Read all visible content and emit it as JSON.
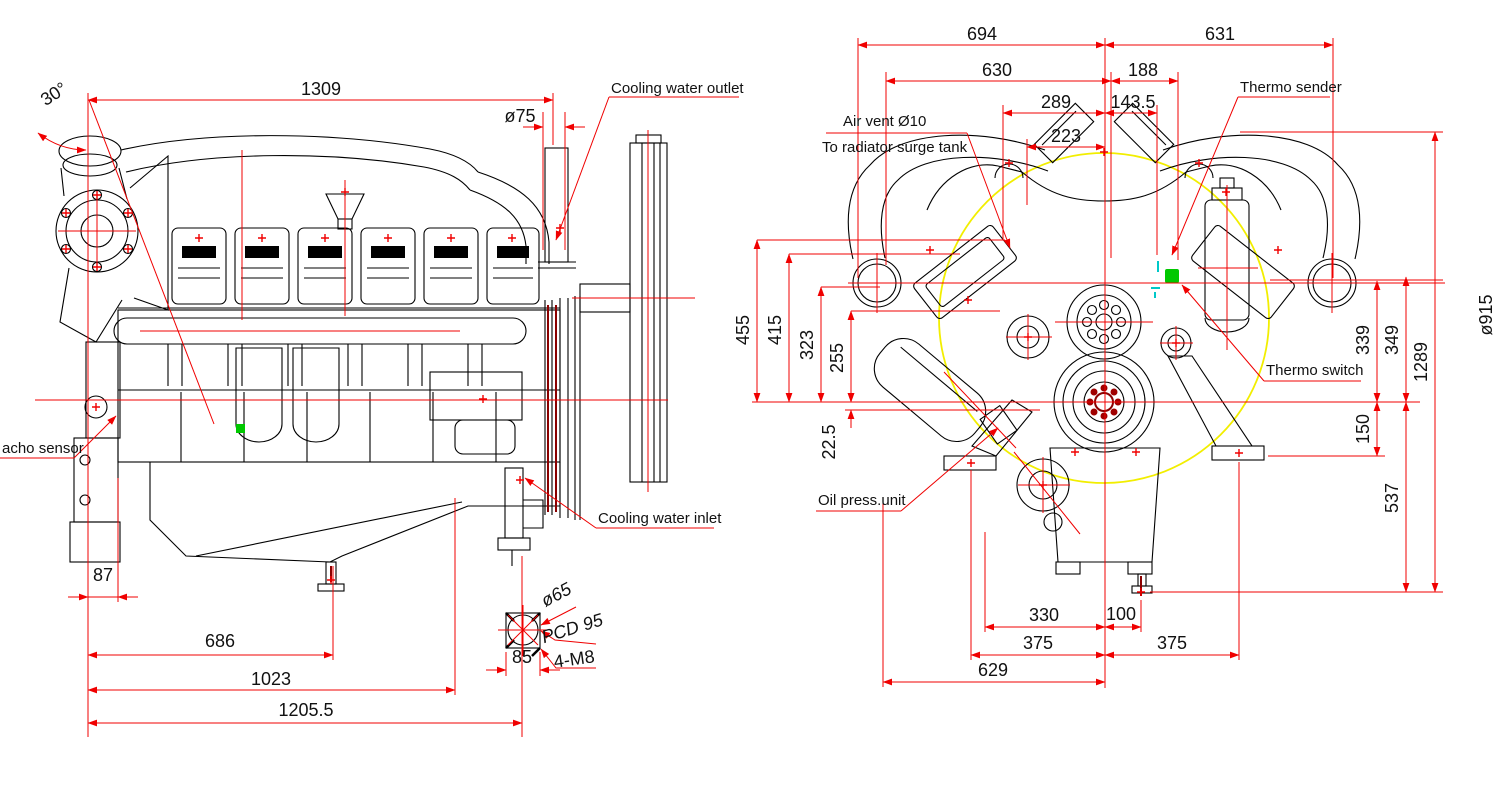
{
  "side_view": {
    "labels": {
      "cooling_water_outlet": "Cooling water outlet",
      "cooling_water_inlet": "Cooling water inlet",
      "tacho_sensor": "acho sensor"
    },
    "dims": {
      "angle_30": "30°",
      "d1309": "1309",
      "d75": "ø75",
      "d87": "87",
      "d686": "686",
      "d1023": "1023",
      "d1205_5": "1205.5",
      "d65": "ø65",
      "pcd_95": "PCD 95",
      "d85": "85",
      "bolts_4m8": "4-M8"
    }
  },
  "front_view": {
    "labels": {
      "air_vent": "Air vent Ø10",
      "to_radiator_surge_tank": "To radiator surge tank",
      "thermo_sender": "Thermo sender",
      "thermo_switch": "Thermo switch",
      "oil_press_unit": "Oil press.unit"
    },
    "dims": {
      "d694": "694",
      "d631": "631",
      "d630": "630",
      "d188": "188",
      "d289": "289",
      "d143_5": "143.5",
      "d223": "223",
      "d455": "455",
      "d415": "415",
      "d323": "323",
      "d255": "255",
      "d22_5": "22.5",
      "d339": "339",
      "d349": "349",
      "d1289": "1289",
      "d150": "150",
      "d537": "537",
      "d915": "ø915",
      "d330": "330",
      "d100": "100",
      "d375_left": "375",
      "d375_right": "375",
      "d629": "629"
    }
  },
  "colors": {
    "dimension_red": "#f00000",
    "flywheel_housing_circle_yellow": "#f2ee00",
    "thermo_switch_green": "#00c800",
    "marker_cyan": "#00c8c8",
    "accent_dark_red": "#8b0000"
  }
}
